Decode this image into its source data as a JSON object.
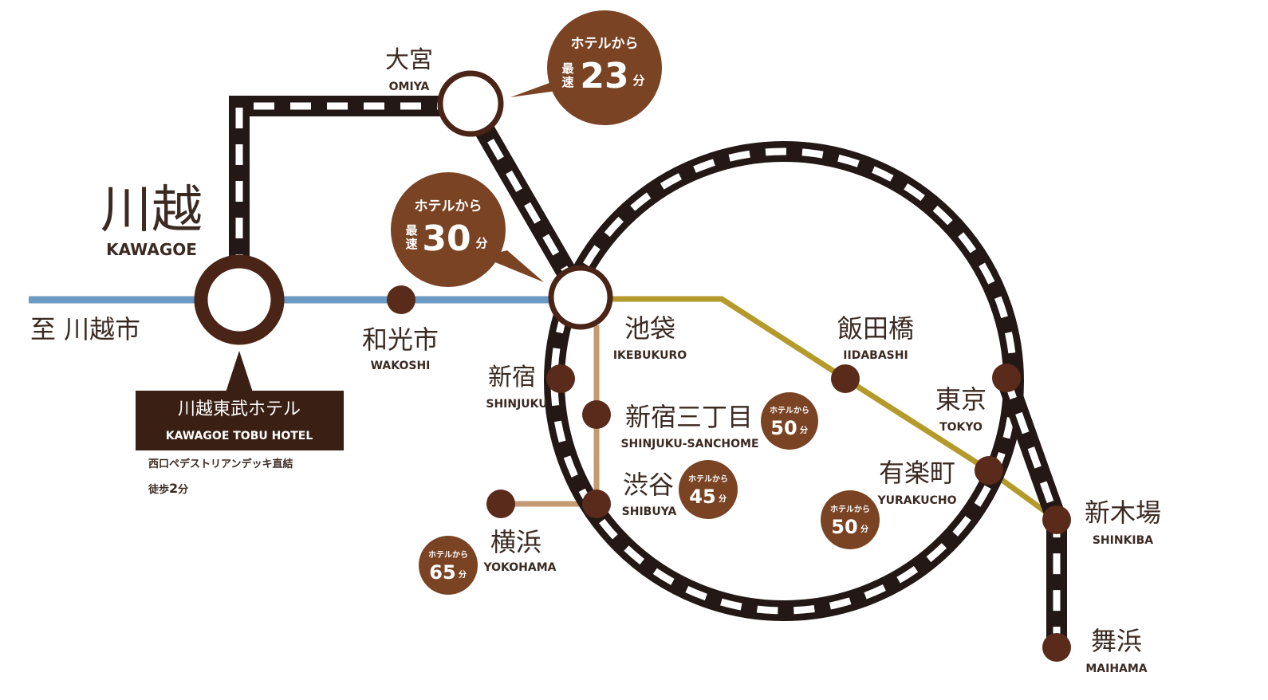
{
  "colors": {
    "track": "#231815",
    "tobu_tojo": "#6b9ac4",
    "fukutoshin": "#c49a73",
    "yurakucho": "#b49a2a",
    "station": "#5a2a1a",
    "badge": "#7a4424",
    "text": "#3b2a22"
  },
  "origin": {
    "name_jp": "川越",
    "name_en": "KAWAGOE",
    "direction": "至 川越市"
  },
  "hotel": {
    "name_jp": "川越東武ホテル",
    "name_en": "KAWAGOE TOBU HOTEL",
    "note1": "西口ペデストリアンデッキ直結",
    "note2_prefix": "徒歩",
    "note2_num": "2",
    "note2_unit": "分"
  },
  "stations": {
    "omiya": {
      "jp": "大宮",
      "en": "OMIYA"
    },
    "wakoshi": {
      "jp": "和光市",
      "en": "WAKOSHI"
    },
    "ikebukuro": {
      "jp": "池袋",
      "en": "IKEBUKURO"
    },
    "shinjuku": {
      "jp": "新宿",
      "en": "SHINJUKU"
    },
    "shinjuku_sanchome": {
      "jp": "新宿三丁目",
      "en": "SHINJUKU-SANCHOME"
    },
    "shibuya": {
      "jp": "渋谷",
      "en": "SHIBUYA"
    },
    "yokohama": {
      "jp": "横浜",
      "en": "YOKOHAMA"
    },
    "iidabashi": {
      "jp": "飯田橋",
      "en": "IIDABASHI"
    },
    "tokyo": {
      "jp": "東京",
      "en": "TOKYO"
    },
    "yurakucho": {
      "jp": "有楽町",
      "en": "YURAKUCHO"
    },
    "shinkiba": {
      "jp": "新木場",
      "en": "SHINKIBA"
    },
    "maihama": {
      "jp": "舞浜",
      "en": "MAIHAMA"
    }
  },
  "badges": {
    "from_hotel": "ホテルから",
    "fastest_1": "最",
    "fastest_2": "速",
    "minute": "分",
    "omiya": "23",
    "ikebukuro": "30",
    "shinjuku_sanchome": "50",
    "shibuya": "45",
    "yurakucho": "50",
    "yokohama": "65"
  }
}
